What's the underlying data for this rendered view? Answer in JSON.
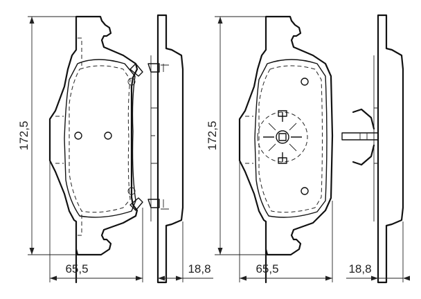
{
  "dimensions": {
    "left_pad": {
      "height": "172,5",
      "width": "65,5",
      "thickness": "18,8"
    },
    "right_pad": {
      "height": "172,5",
      "width": "65,5",
      "thickness": "18,8"
    }
  }
}
